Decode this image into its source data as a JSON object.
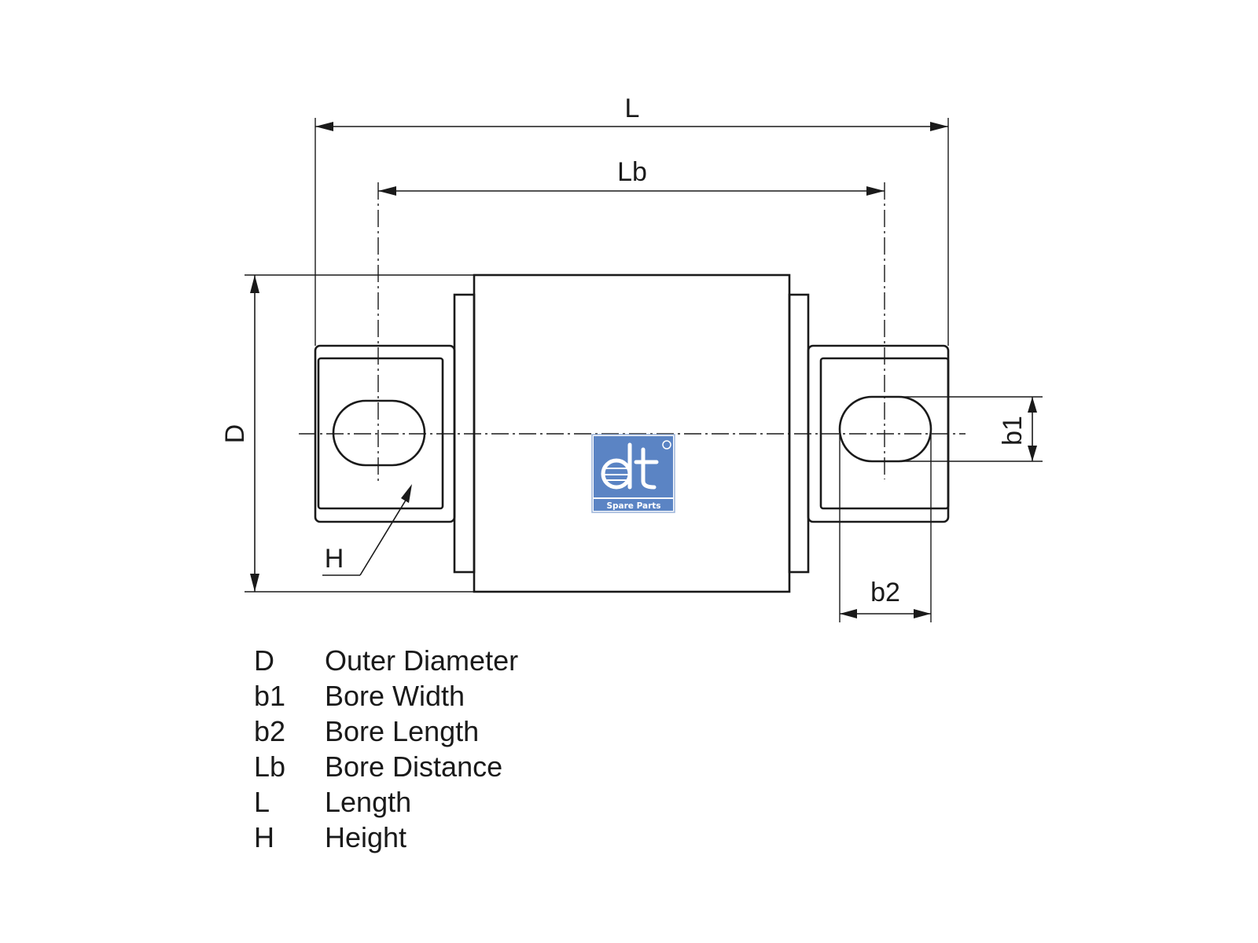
{
  "dimensions": {
    "L": "L",
    "Lb": "Lb",
    "D": "D",
    "H": "H",
    "b1": "b1",
    "b2": "b2"
  },
  "logo": {
    "text": "dt",
    "caption": "Spare Parts",
    "color": "#5b84c4"
  },
  "legend": [
    {
      "symbol": "D",
      "description": "Outer Diameter"
    },
    {
      "symbol": "b1",
      "description": "Bore Width"
    },
    {
      "symbol": "b2",
      "description": "Bore Length"
    },
    {
      "symbol": "Lb",
      "description": "Bore Distance"
    },
    {
      "symbol": "L",
      "description": "Length"
    },
    {
      "symbol": "H",
      "description": "Height"
    }
  ]
}
